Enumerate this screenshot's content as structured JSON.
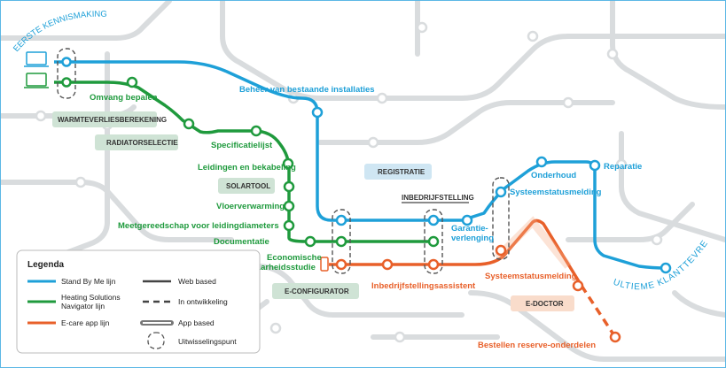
{
  "colors": {
    "blue": "#1ea0d8",
    "green": "#1f9a3d",
    "orange": "#e8602a",
    "grey_track": "#d9dcde",
    "box_green": "#cfe3d5",
    "box_blue": "#cfe6f3",
    "box_orange": "#f9dccb",
    "box_grey": "#e4e6e7"
  },
  "corner_label": "EERSTE KENNISMAKING",
  "end_label": "ULTIEME KLANTTEVREDENHEID",
  "blue_stations": [
    "Beheer van bestaande installaties",
    "Garantie-",
    "verlenging",
    "Onderhoud",
    "Reparatie",
    "Systeemstatusmelding"
  ],
  "green_stations": [
    "Omvang bepalen",
    "Specificatielijst",
    "Leidingen en bekabeling",
    "Vloerverwarming",
    "Meetgereedschap voor leidingdiameters",
    "Documentatie",
    "Economische",
    "haalbaarheidsstudie"
  ],
  "orange_stations": [
    "Inbedrijfstellingsassistent",
    "Systeemstatusmelding",
    "Bestellen reserve-onderdelen"
  ],
  "zones": [
    "WARMTEVERLIESBEREKENING",
    "RADIATORSELECTIE",
    "SOLARTOOL",
    "REGISTRATIE",
    "INBEDRIJFSTELLING",
    "E-CONFIGURATOR",
    "E-DOCTOR"
  ],
  "legend": {
    "title": "Legenda",
    "lines": [
      {
        "label": "Stand By Me lijn",
        "color": "#1ea0d8"
      },
      {
        "label": "Heating Solutions",
        "label2": "Navigator lijn",
        "color": "#1f9a3d"
      },
      {
        "label": "E-care app lijn",
        "color": "#e8602a"
      }
    ],
    "styles": [
      "Web based",
      "In ontwikkeling",
      "App based",
      "Uitwisselingspunt"
    ]
  }
}
